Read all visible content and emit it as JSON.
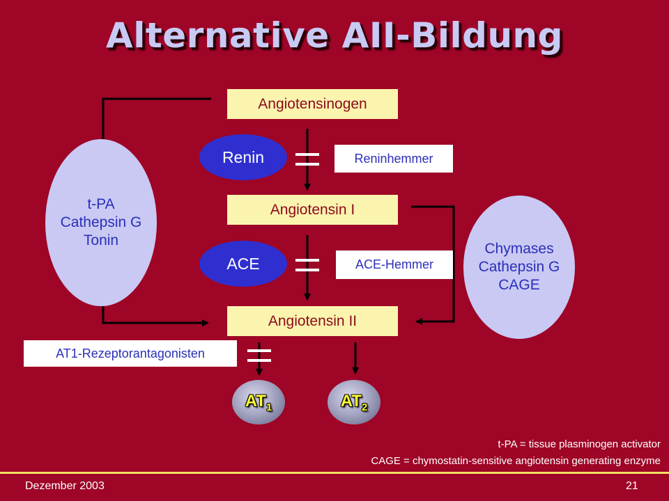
{
  "slide": {
    "title": "Alternative AII-Bildung",
    "cascade": {
      "angiotensinogen": "Angiotensinogen",
      "angiotensin_1": "Angiotensin I",
      "angiotensin_2": "Angiotensin II"
    },
    "enzymes": {
      "renin": "Renin",
      "ace": "ACE"
    },
    "inhibitors": {
      "renin": "Reninhemmer",
      "ace": "ACE-Hemmer",
      "at1": "AT1-Rezeptorantagonisten"
    },
    "left_pathway": {
      "lines": [
        "t-PA",
        "Cathepsin G",
        "Tonin"
      ]
    },
    "right_pathway": {
      "lines": [
        "Chymases",
        "Cathepsin G",
        "CAGE"
      ]
    },
    "receptors": {
      "at1": {
        "base": "AT",
        "sub": "1"
      },
      "at2": {
        "base": "AT",
        "sub": "2"
      }
    },
    "notes": {
      "tpa": "t-PA = tissue plasminogen activator",
      "cage": "CAGE = chymostatin-sensitive angiotensin generating enzyme"
    },
    "footer": {
      "date": "Dezember 2003",
      "page": "21"
    }
  }
}
